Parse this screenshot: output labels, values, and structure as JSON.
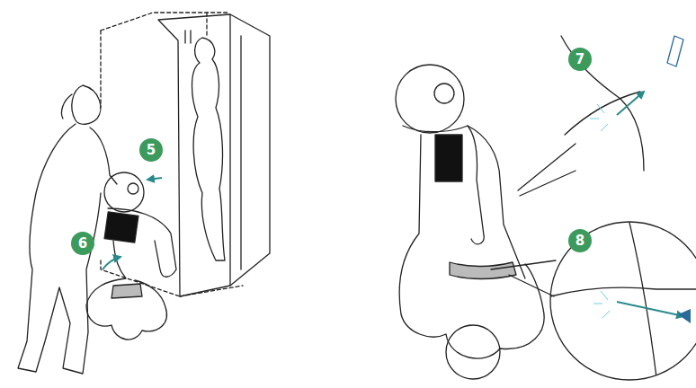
{
  "diagram": {
    "labels": [
      "5",
      "6",
      "7",
      "8"
    ]
  }
}
